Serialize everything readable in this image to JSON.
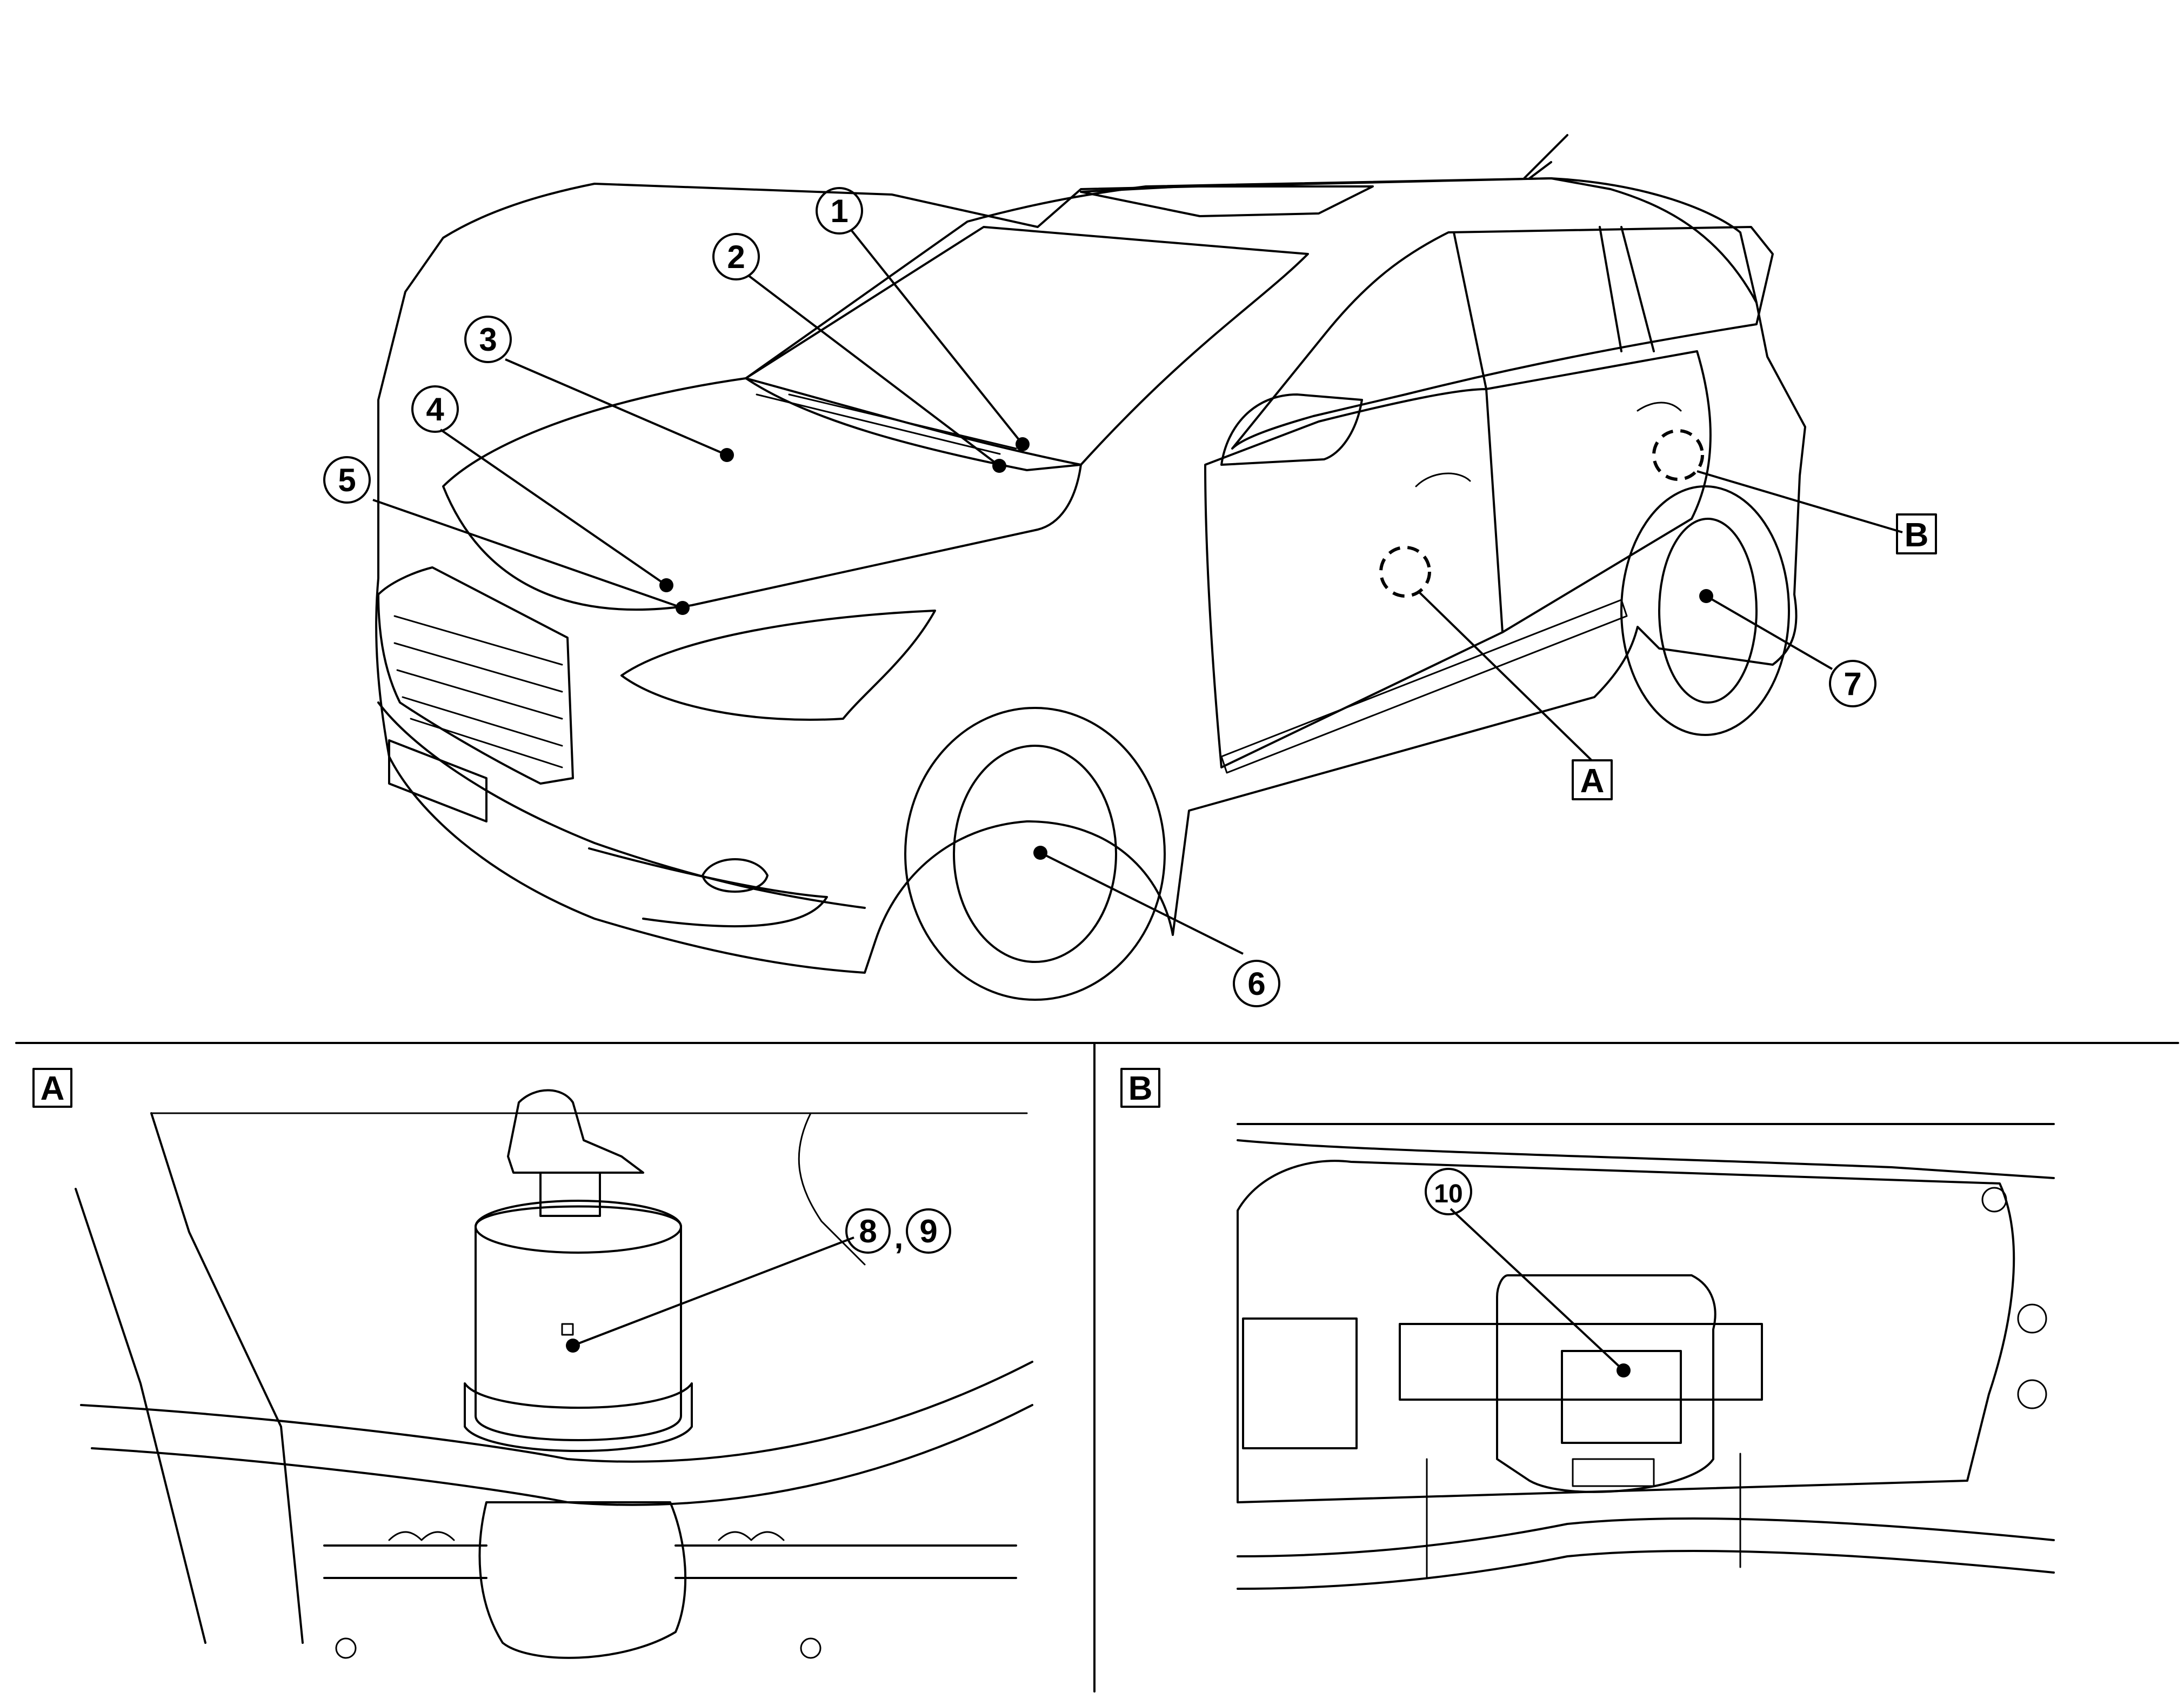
{
  "callouts": {
    "c1": "1",
    "c2": "2",
    "c3": "3",
    "c4": "4",
    "c5": "5",
    "c6": "6",
    "c7": "7",
    "c8_9_a": "8",
    "c8_9_sep": ",",
    "c8_9_b": "9",
    "c10": "10"
  },
  "detail_refs": {
    "A": "A",
    "B": "B"
  },
  "panels": {
    "detail_a_label": "A",
    "detail_b_label": "B"
  }
}
